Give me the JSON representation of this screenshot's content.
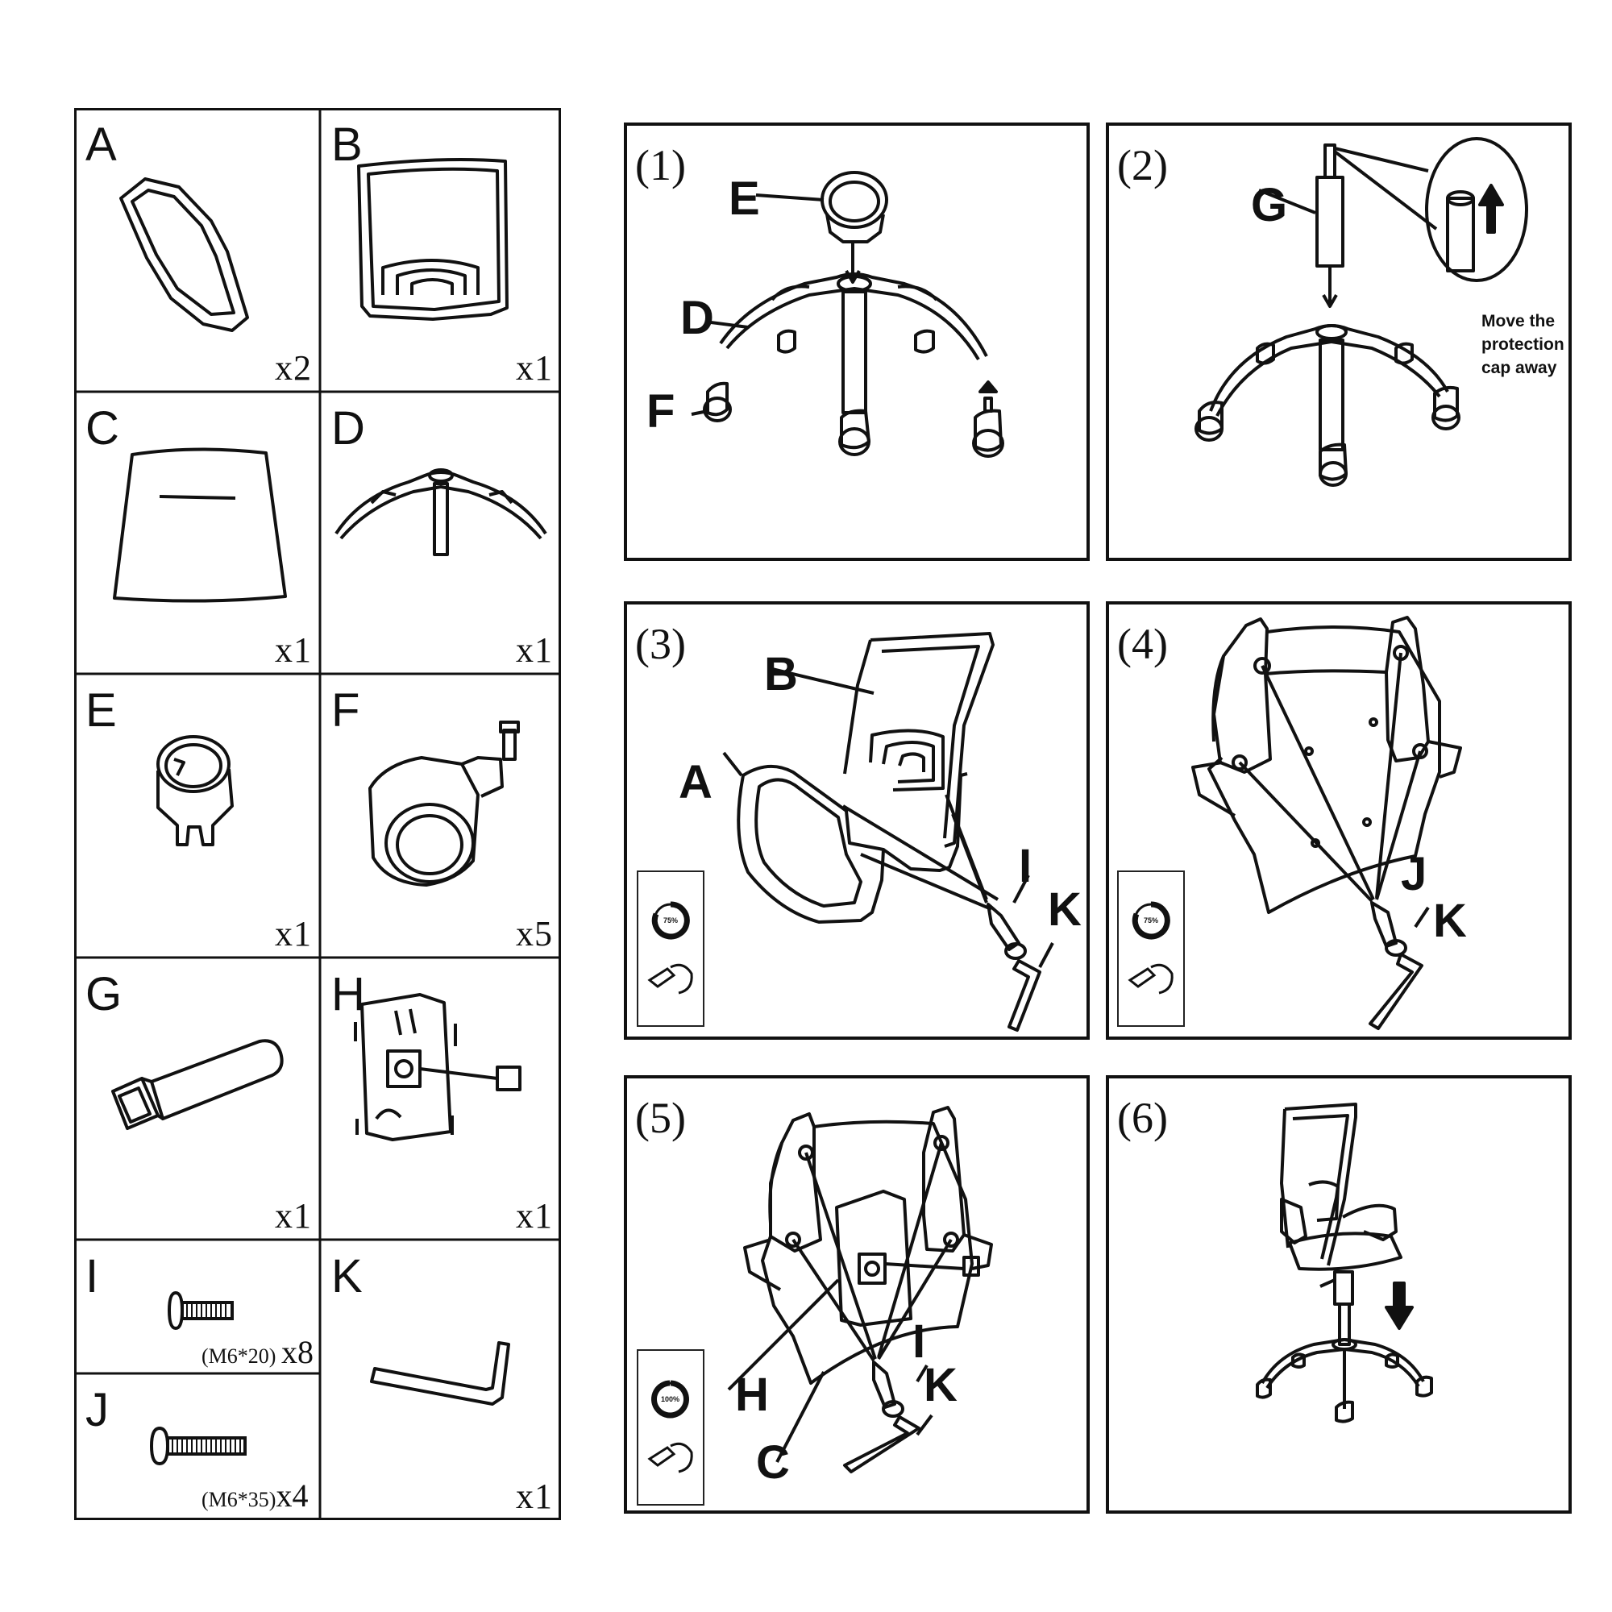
{
  "parts": [
    {
      "letter": "A",
      "qty": "x2"
    },
    {
      "letter": "B",
      "qty": "x1"
    },
    {
      "letter": "C",
      "qty": "x1"
    },
    {
      "letter": "D",
      "qty": "x1"
    },
    {
      "letter": "E",
      "qty": "x1"
    },
    {
      "letter": "F",
      "qty": "x5"
    },
    {
      "letter": "G",
      "qty": "x1"
    },
    {
      "letter": "H",
      "qty": "x1"
    },
    {
      "letter": "I",
      "spec": "(M6*20)",
      "qty": "x8"
    },
    {
      "letter": "J",
      "spec": "(M6*35)",
      "qty": "x4"
    },
    {
      "letter": "K",
      "qty": "x1"
    }
  ],
  "steps": [
    {
      "num": "(1)",
      "labels": [
        "E",
        "D",
        "F"
      ]
    },
    {
      "num": "(2)",
      "labels": [
        "G"
      ],
      "note": [
        "Move the",
        "protection",
        "cap away"
      ]
    },
    {
      "num": "(3)",
      "labels": [
        "B",
        "A",
        "I",
        "K"
      ],
      "torque": "75%"
    },
    {
      "num": "(4)",
      "labels": [
        "J",
        "K"
      ],
      "torque": "75%"
    },
    {
      "num": "(5)",
      "labels": [
        "I",
        "K",
        "H",
        "C"
      ],
      "torque": "100%"
    },
    {
      "num": "(6)",
      "labels": []
    }
  ],
  "icons": [
    "backrest-icon",
    "seat-icon",
    "chair-base-icon",
    "cover-icon",
    "caster-icon",
    "gas-lift-icon",
    "mechanism-icon",
    "bolt-icon",
    "allen-key-icon",
    "torque-dial-icon",
    "hand-wrench-icon"
  ]
}
